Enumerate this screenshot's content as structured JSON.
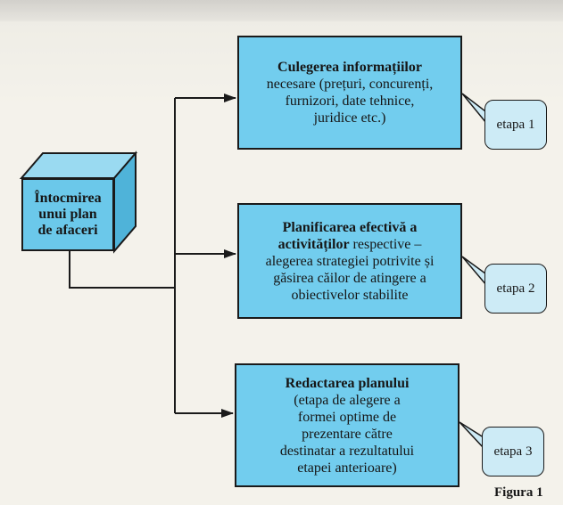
{
  "start_node": {
    "title": "Întocmirea\nunui plan\nde afaceri"
  },
  "steps": [
    {
      "title": "Culegerea informațiilor",
      "lines": [
        "necesare (prețuri, concurenți,",
        "furnizori, date tehnice,",
        "juridice etc.)"
      ],
      "callout": "etapa 1"
    },
    {
      "title_lines": [
        "Planificarea efectivă a",
        "activităților"
      ],
      "title_tail": " respective –",
      "lines": [
        "alegerea strategiei potrivite și",
        "găsirea căilor de atingere a",
        "obiectivelor stabilite"
      ],
      "callout": "etapa 2"
    },
    {
      "title": "Redactarea planului",
      "lines": [
        "(etapa de alegere a",
        "formei optime de",
        "prezentare către",
        "destinatar a rezultatului",
        "etapei anterioare)"
      ],
      "callout": "etapa 3"
    }
  ],
  "caption": "Figura 1",
  "colors": {
    "box_fill": "#72cdee",
    "cube_front": "#6bc8ea",
    "cube_top": "#9adaf1",
    "cube_side": "#4fb3d9",
    "callout_fill": "#cdebf6",
    "line": "#1a1a1a"
  }
}
